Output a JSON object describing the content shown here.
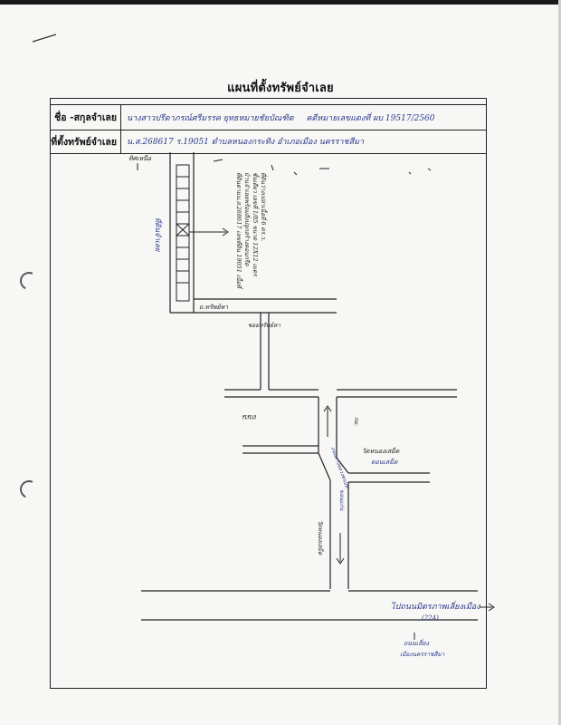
{
  "document": {
    "title": "แผนที่ตั้งทรัพย์จำเลย"
  },
  "form": {
    "name_label": "ชื่อ -สกุลจำเลย",
    "name_value": "นางสาวปรีดาภรณ์ศรีมรรค ยุทธหมายชัยบัณฑิต",
    "name_case": "คดีหมายเลขแดงที่ ผบ 19517/2560",
    "location_label": "ที่ตั้งทรัพย์จำเลย",
    "location_value": "น.ส.268617 ร.19051 ตำบลหนองกระทิง อำเภอเมือง นครราชสีมา"
  },
  "map": {
    "north_label": "ทิศเหนือ",
    "road_bottom_label": "ถ.ทรัพย์หา",
    "parcel_label": "ที่ดินจำเลย",
    "parcel_note_1": "ที่ดินตามน.ส.268617 เลขที่ดิน 19051 เนื้อที่",
    "parcel_note_2": "บ้านจำเลยพร้อมสิ่งปลูกสร้างคอนกรีต",
    "parcel_note_3": "ชั้นเดียว เลขที่ 1/85 ขนาด 12X12 เมตร",
    "parcel_note_4": "ที่ดินว่างเปล่าเนื้อที่ 6 ตร.ว.",
    "soi_label_1": "ซอยทรัพย์หา",
    "road_middle": "ถนน",
    "km_label": "กม.",
    "landmark": "วัดหนองเสม็ด",
    "landmark_2": "ดอนเสม็ด",
    "road_vertical": "ถนนทางหลวงชนบท",
    "road_vertical_2": "ขอนแก่น",
    "road_highway": "ไปถนนมิตรภาพเลี่ยงเมือง",
    "road_highway_no": "(224)",
    "road_bottom_note": "ถนนเลี่ยง",
    "road_bottom_note_2": "เมืองนครราชสีมา"
  },
  "colors": {
    "ink": "#2b3a8a",
    "line": "#222222"
  }
}
